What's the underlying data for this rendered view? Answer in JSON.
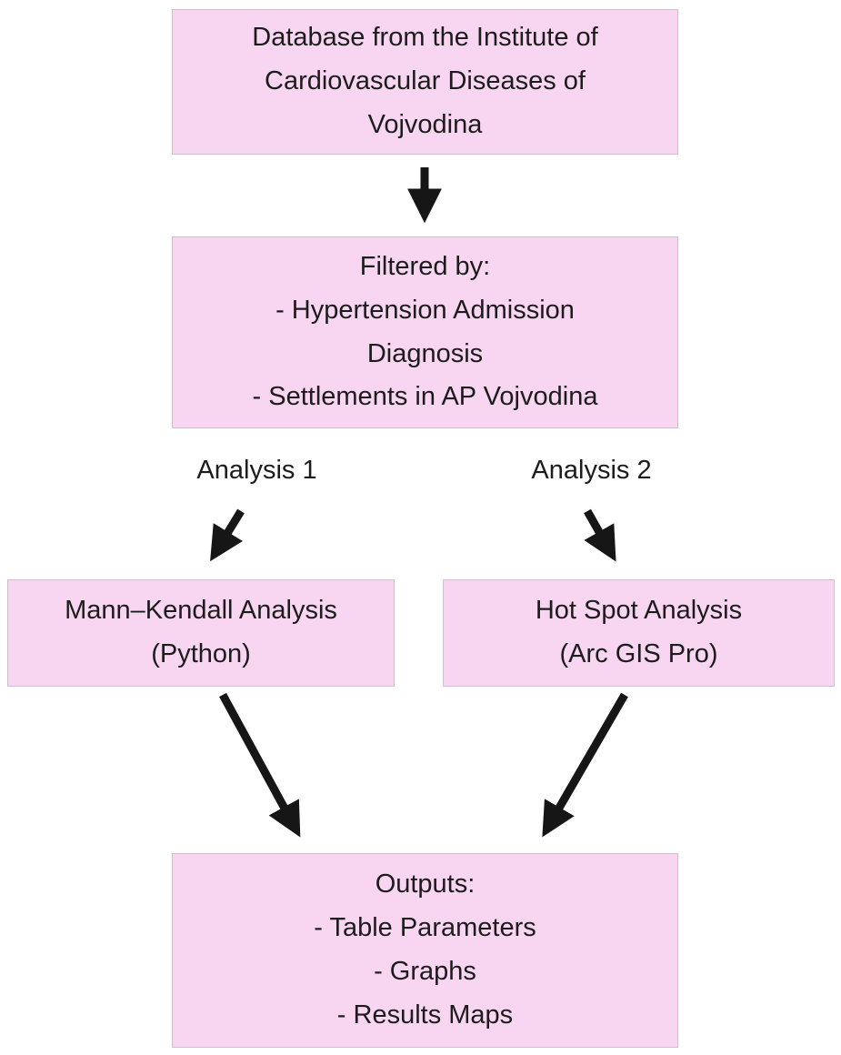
{
  "colors": {
    "box_fill": "#f8d6f1",
    "box_border": "#c9c2c9",
    "arrow": "#161616",
    "text": "#1c1c1c",
    "bg": "#ffffff"
  },
  "diagram": {
    "nodes": {
      "database": {
        "text": "Database from the Institute of\nCardiovascular Diseases of\nVojvodina"
      },
      "filtered": {
        "text": "Filtered by:\n- Hypertension Admission\nDiagnosis\n- Settlements in AP Vojvodina"
      },
      "mann_kendall": {
        "text": "Mann–Kendall Analysis\n(Python)"
      },
      "hot_spot": {
        "text": "Hot Spot Analysis\n(Arc GIS Pro)"
      },
      "outputs": {
        "text": "Outputs:\n- Table Parameters\n- Graphs\n- Results Maps"
      }
    },
    "labels": {
      "analysis1": "Analysis 1",
      "analysis2": "Analysis 2"
    },
    "arrows": [
      {
        "name": "arrow-database-to-filtered",
        "from": "database",
        "to": "filtered"
      },
      {
        "name": "arrow-analysis1-to-mann-kendall",
        "from": "analysis1",
        "to": "mann_kendall"
      },
      {
        "name": "arrow-analysis2-to-hot-spot",
        "from": "analysis2",
        "to": "hot_spot"
      },
      {
        "name": "arrow-mann-kendall-to-outputs",
        "from": "mann_kendall",
        "to": "outputs"
      },
      {
        "name": "arrow-hot-spot-to-outputs",
        "from": "hot_spot",
        "to": "outputs"
      }
    ]
  }
}
